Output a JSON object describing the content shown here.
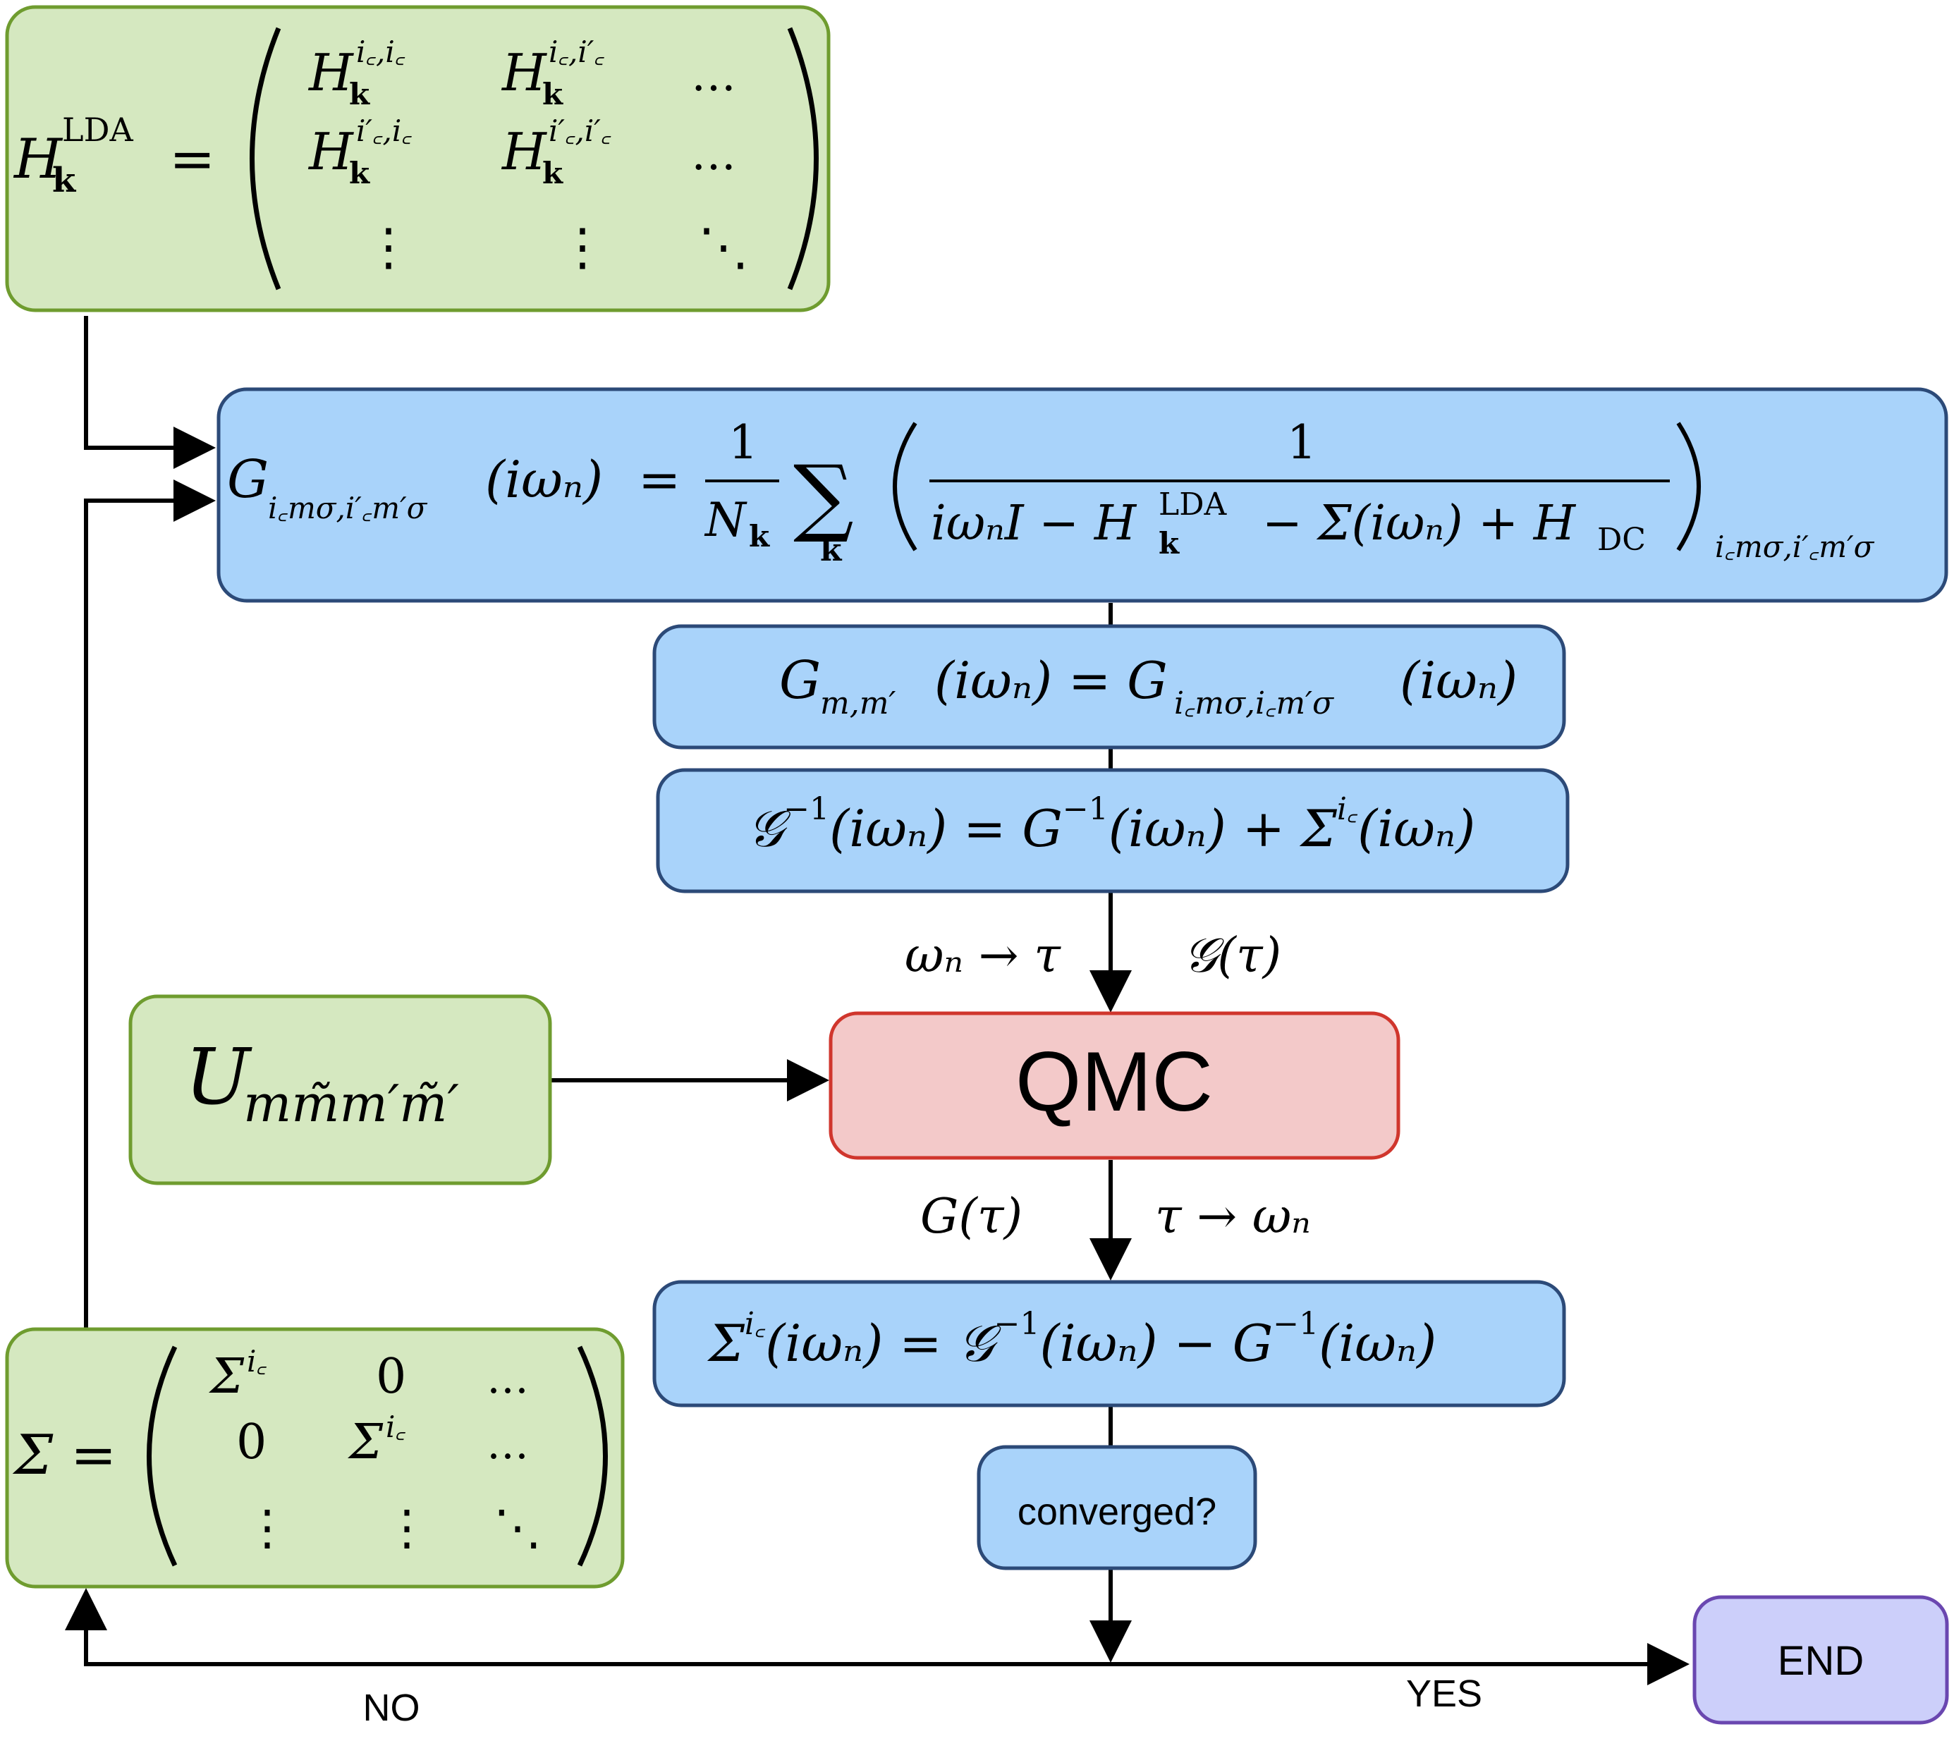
{
  "colors": {
    "green_fill": "#d5e8c0",
    "green_stroke": "#6f9c2f",
    "blue_fill": "#a9d3fa",
    "blue_stroke": "#2c4a78",
    "red_fill": "#f3c9c9",
    "red_stroke": "#d0362d",
    "purple_fill": "#cccffa",
    "purple_stroke": "#6a47b0",
    "arrow": "#000000"
  },
  "boxes": {
    "h_lda": {
      "lhs": "H",
      "lhs_sub": "k",
      "lhs_sup": "LDA",
      "eq": "=",
      "matrix": [
        [
          "H",
          "H",
          "…"
        ],
        [
          "H",
          "H",
          "…"
        ],
        [
          "⋮",
          "⋮",
          "⋱"
        ]
      ],
      "elem_sub": "k",
      "sup_11": "i꜀,i꜀",
      "sup_12": "i꜀,i′꜀",
      "sup_21": "i′꜀,i꜀",
      "sup_22": "i′꜀,i′꜀"
    },
    "g_lattice": {
      "lhs": "G",
      "lhs_sub": "i꜀mσ,i′꜀m′σ",
      "lhs_arg": "(iωₙ)",
      "eq": "=",
      "frac1_num": "1",
      "frac1_den": "N",
      "frac1_den_sub": "k",
      "sum": "∑",
      "sum_sub": "k",
      "inner_num": "1",
      "inner_den_a": "iωₙI − H",
      "inner_den_sub": "k",
      "inner_den_sup": "LDA",
      "inner_den_b": "− Σ(iωₙ) + H",
      "inner_den_dc": "DC",
      "outer_sub": "i꜀mσ,i′꜀m′σ"
    },
    "g_local": {
      "lhs": "G",
      "lhs_sub": "m,m′",
      "lhs_arg": "(iωₙ) = G",
      "rhs_sub": "i꜀mσ,i꜀m′σ",
      "rhs_arg": "(iωₙ)"
    },
    "g_bath": {
      "a": "𝒢",
      "a_sup": "−1",
      "b": "(iωₙ) = G",
      "b_sup": "−1",
      "c": "(iωₙ) + Σ",
      "c_sup": "i꜀",
      "d": "(iωₙ)"
    },
    "u_matrix": {
      "base": "U",
      "sub": "mm̃m′m̃′"
    },
    "qmc": {
      "label": "QMC"
    },
    "sigma_imp": {
      "a": "Σ",
      "a_sup": "i꜀",
      "b": "(iωₙ) = 𝒢",
      "b_sup": "−1",
      "c": "(iωₙ) − G",
      "c_sup": "−1",
      "d": "(iωₙ)"
    },
    "converged": {
      "label": "converged?"
    },
    "sigma_matrix": {
      "lhs": "Σ =",
      "matrix": [
        [
          "Σ",
          "0",
          "…"
        ],
        [
          "0",
          "Σ",
          "…"
        ],
        [
          "⋮",
          "⋮",
          "⋱"
        ]
      ],
      "diag_sup": "i꜀"
    },
    "end": {
      "label": "END"
    }
  },
  "edge_labels": {
    "to_tau": "ωₙ → τ",
    "g_tau_bath": "𝒢(τ)",
    "g_tau": "G(τ)",
    "to_omega": "τ → ωₙ",
    "no": "NO",
    "yes": "YES"
  }
}
